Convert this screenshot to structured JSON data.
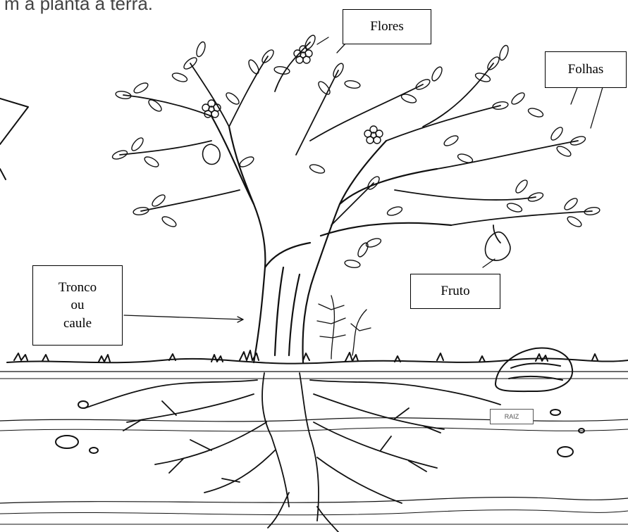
{
  "heading": "m a planta à terra.",
  "labels": {
    "flores": "Flores",
    "folhas": "Folhas",
    "fruto": "Fruto",
    "tronco_line1": "Tronco",
    "tronco_line2": "ou",
    "tronco_line3": "caule",
    "raiz": "RAIZ"
  }
}
